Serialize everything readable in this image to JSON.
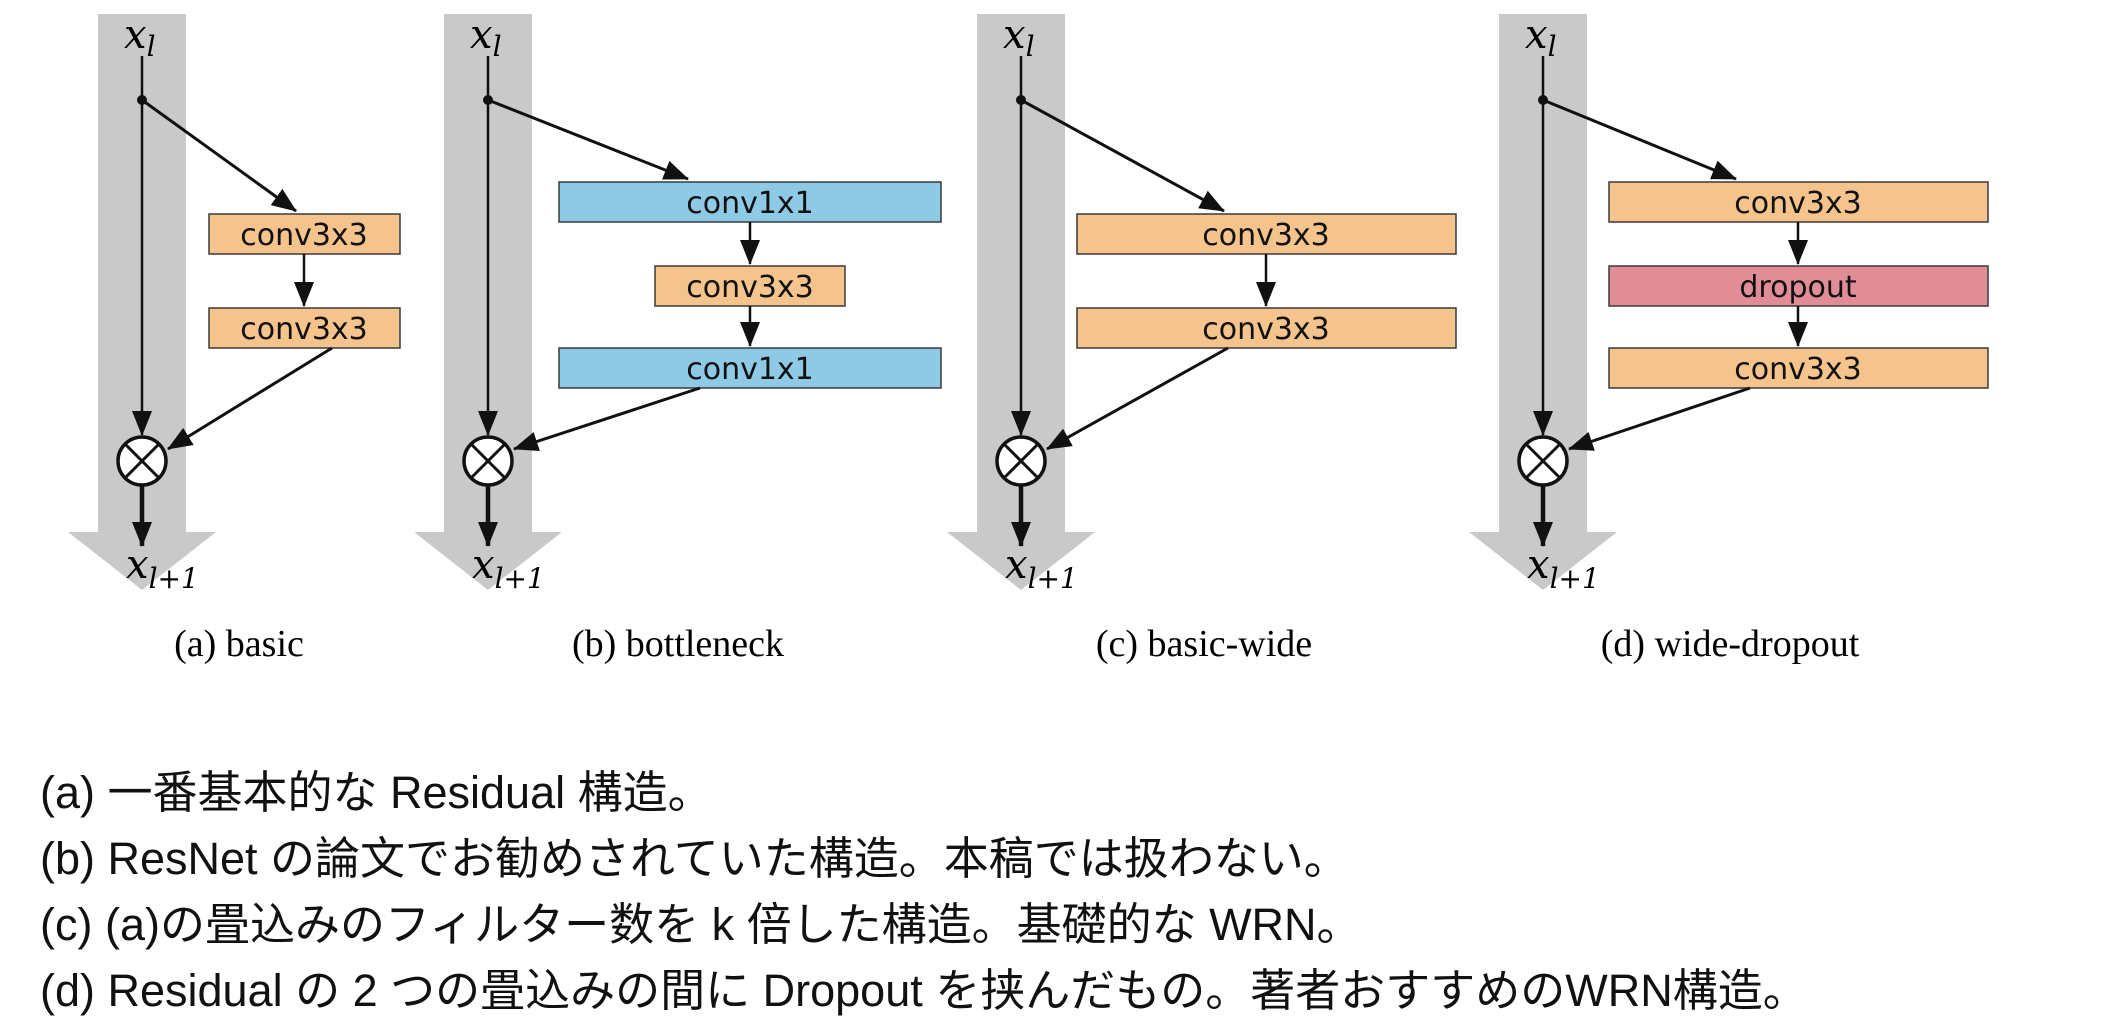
{
  "colors": {
    "conv_orange": "#f5c38c",
    "conv_blue": "#8ec9e6",
    "dropout_pink": "#e18d98",
    "band_gray": "#c9c9c9",
    "stroke_dark": "#3a3a3a",
    "line_black": "#111111"
  },
  "math_labels": {
    "input_var": "x",
    "input_sub": "l",
    "output_var": "x",
    "output_sub": "l+1"
  },
  "diagrams": [
    {
      "caption": "(a) basic",
      "boxes": [
        {
          "label": "conv3x3"
        },
        {
          "label": "conv3x3"
        }
      ]
    },
    {
      "caption": "(b) bottleneck",
      "boxes": [
        {
          "label": "conv1x1"
        },
        {
          "label": "conv3x3"
        },
        {
          "label": "conv1x1"
        }
      ]
    },
    {
      "caption": "(c) basic-wide",
      "boxes": [
        {
          "label": "conv3x3"
        },
        {
          "label": "conv3x3"
        }
      ]
    },
    {
      "caption": "(d) wide-dropout",
      "boxes": [
        {
          "label": "conv3x3"
        },
        {
          "label": "dropout"
        },
        {
          "label": "conv3x3"
        }
      ]
    }
  ],
  "notes": [
    "(a) 一番基本的な Residual 構造。",
    "(b) ResNet の論文でお勧めされていた構造。本稿では扱わない。",
    "(c) (a)の畳込みのフィルター数を k 倍した構造。基礎的な WRN。",
    "(d) Residual の 2 つの畳込みの間に Dropout を挟んだもの。著者おすすめのWRN構造。"
  ]
}
